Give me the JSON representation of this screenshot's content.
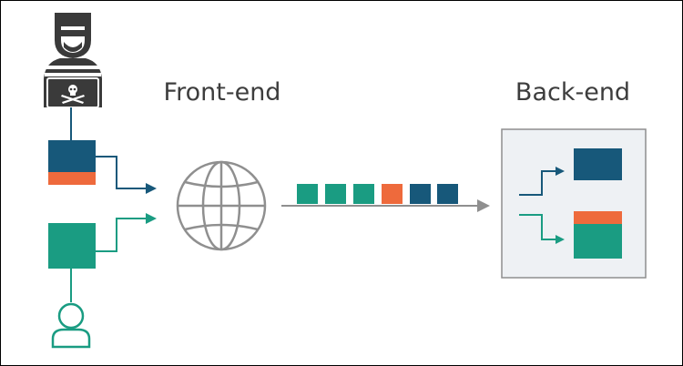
{
  "labels": {
    "frontend": "Front-end",
    "backend": "Back-end"
  },
  "colors": {
    "dark_blue": "#17587a",
    "orange": "#ee6a3c",
    "teal": "#1a9c82",
    "gray": "#8f8f8f",
    "panel_fill": "#eef1f4",
    "panel_border": "#8e8e8e",
    "icon_dark": "#3a3a3a"
  },
  "icons": {
    "attacker": "hacker-icon",
    "user": "user-icon",
    "network": "globe-icon"
  },
  "packet_stream": [
    "teal",
    "teal",
    "teal",
    "orange",
    "dark_blue",
    "dark_blue"
  ]
}
